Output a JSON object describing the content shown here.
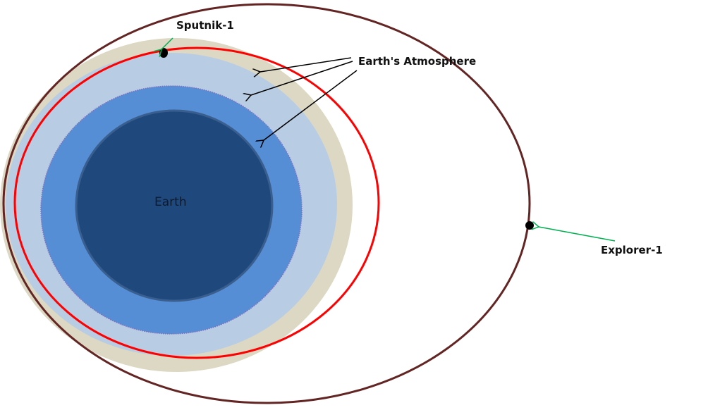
{
  "labels": {
    "sputnik": "Sputnik-1",
    "atmosphere": "Earth's Atmosphere",
    "explorer": "Explorer-1",
    "earth": "Earth"
  },
  "colors": {
    "outer_atmosphere": "#ddd8c4",
    "middle_atmosphere": "#b8cce4",
    "inner_atmosphere": "#558ed5",
    "earth": "#1f497d",
    "sputnik_orbit": "#ff0000",
    "explorer_orbit": "#632523",
    "pointer_green": "#00b050"
  }
}
